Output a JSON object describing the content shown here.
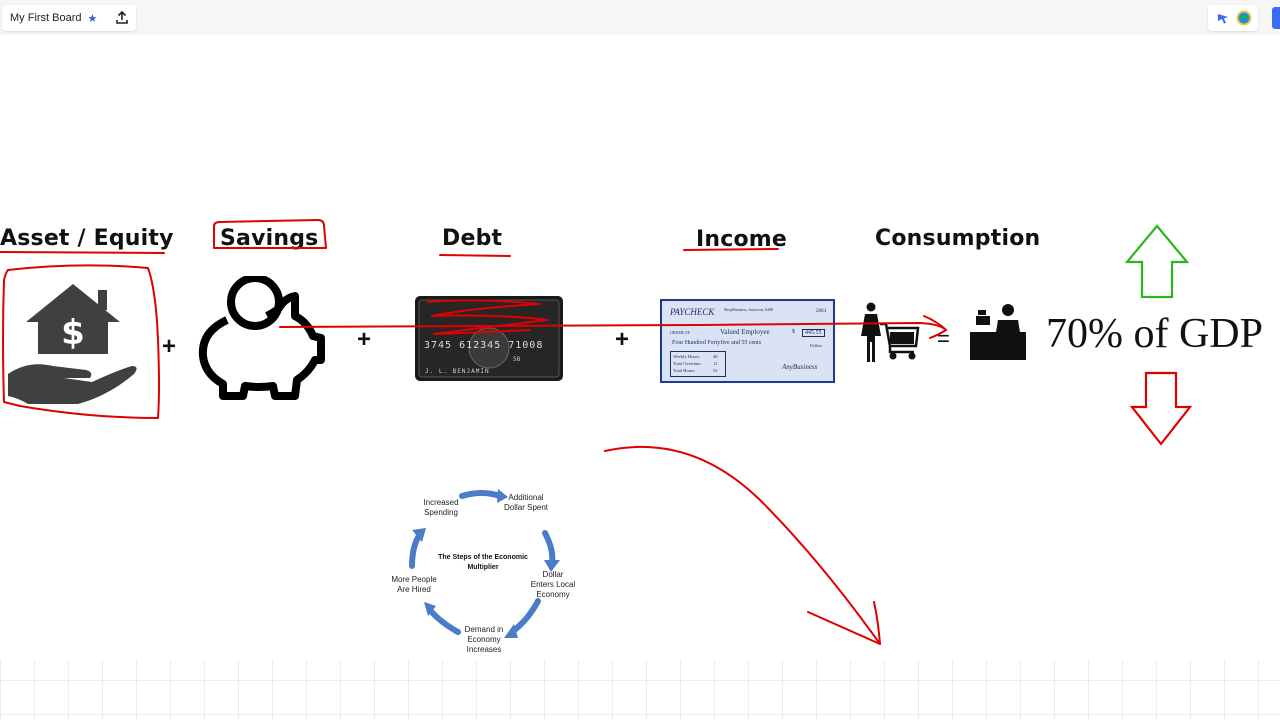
{
  "toolbar": {
    "board_title": "My First Board",
    "star_icon": "star-icon",
    "share_icon": "share-upload-icon"
  },
  "labels": {
    "asset": "Asset / Equity",
    "savings": "Savings",
    "debt": "Debt",
    "income": "Income",
    "consumption": "Consumption"
  },
  "operators": {
    "plus": "+",
    "equals": "="
  },
  "gdp_text": "70% of GDP",
  "card": {
    "number": "3745 612345 71008",
    "name": "J. L. BENJAMIN",
    "exp": "58"
  },
  "check": {
    "title": "PAYCHECK",
    "business_small": "ShopBusiness, Anytown, 6288",
    "year": "2004",
    "order_of": "ORDER OF",
    "payee": "Valued Employee",
    "amount": "445.55",
    "currency_sign": "$",
    "amount_words": "Four Hundred Fortyfive and 55 cents",
    "dollars": "Dollars",
    "weekly_hours_label": "Weekly Hours:",
    "weekly_hours": "40",
    "overtime_label": "Total Overtime:",
    "overtime": "12",
    "total_hours_label": "Total Hours:",
    "total_hours": "52",
    "signature": "AnyBusiness"
  },
  "multiplier": {
    "title": "The Steps of the Economic Multiplier",
    "steps": [
      "Additional Dollar Spent",
      "Dollar Enters Local Economy",
      "Demand in Economy Increases",
      "More People Are Hired",
      "Increased Spending"
    ]
  },
  "colors": {
    "ink_red": "#e00000",
    "arrow_green": "#2bb51e",
    "arrow_red": "#e00000",
    "cycle_blue": "#4a7cc7",
    "icon_dark": "#404040"
  }
}
